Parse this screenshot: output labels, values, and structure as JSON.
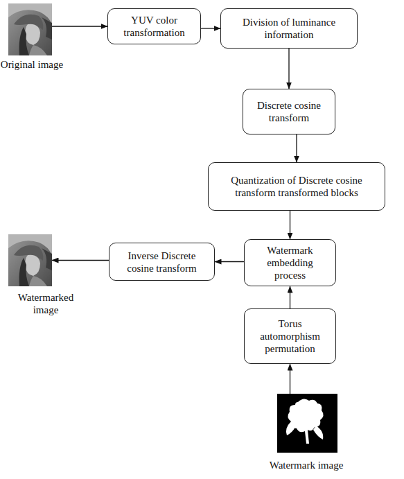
{
  "diagram": {
    "nodes": [
      {
        "text": [
          "Original image"
        ]
      },
      {
        "text": [
          "YUV color transformation"
        ]
      },
      {
        "text": [
          "Division of luminance information"
        ]
      },
      {
        "text": [
          "Discrete cosine transform"
        ]
      },
      {
        "text": [
          "Quantization of Discrete cosine transform transformed blocks"
        ]
      },
      {
        "text": [
          "Watermark embedding process"
        ]
      },
      {
        "text": [
          "Inverse Discrete cosine transform"
        ]
      },
      {
        "text": [
          "Watermarked image"
        ]
      },
      {
        "text": [
          "Torus automorphism permutation"
        ]
      },
      {
        "text": [
          "Watermark image"
        ]
      }
    ],
    "edges": [
      {
        "from": 0,
        "to": 1,
        "arrow": "to"
      },
      {
        "from": 1,
        "to": 2,
        "arrow": "to"
      },
      {
        "from": 2,
        "to": 3,
        "arrow": "to"
      },
      {
        "from": 3,
        "to": 4,
        "arrow": "to"
      },
      {
        "from": 4,
        "to": 5,
        "arrow": "to"
      },
      {
        "from": 5,
        "to": 6,
        "arrow": "to"
      },
      {
        "from": 6,
        "to": 7,
        "arrow": "to"
      },
      {
        "from": 9,
        "to": 8,
        "arrow": "to"
      },
      {
        "from": 8,
        "to": 5,
        "arrow": "to"
      }
    ]
  }
}
